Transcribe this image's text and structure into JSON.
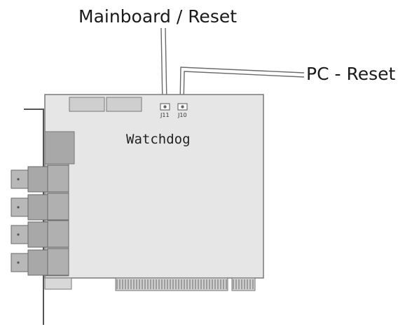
{
  "labels": {
    "mainboard_reset": "Mainboard / Reset",
    "pc_reset": "PC - Reset",
    "board_name": "Watchdog",
    "jumper_j11": "J11",
    "jumper_j10": "J10"
  },
  "colors": {
    "board": "#e6e6e6",
    "board_outline": "#7a7a7a",
    "connector_dark": "#a8a8a8",
    "bracket": "#555555",
    "wire": "#6a6a6a"
  },
  "icons": {
    "bnc_connectors": "bnc-connector-icon",
    "jumper": "jumper-pin-icon"
  }
}
